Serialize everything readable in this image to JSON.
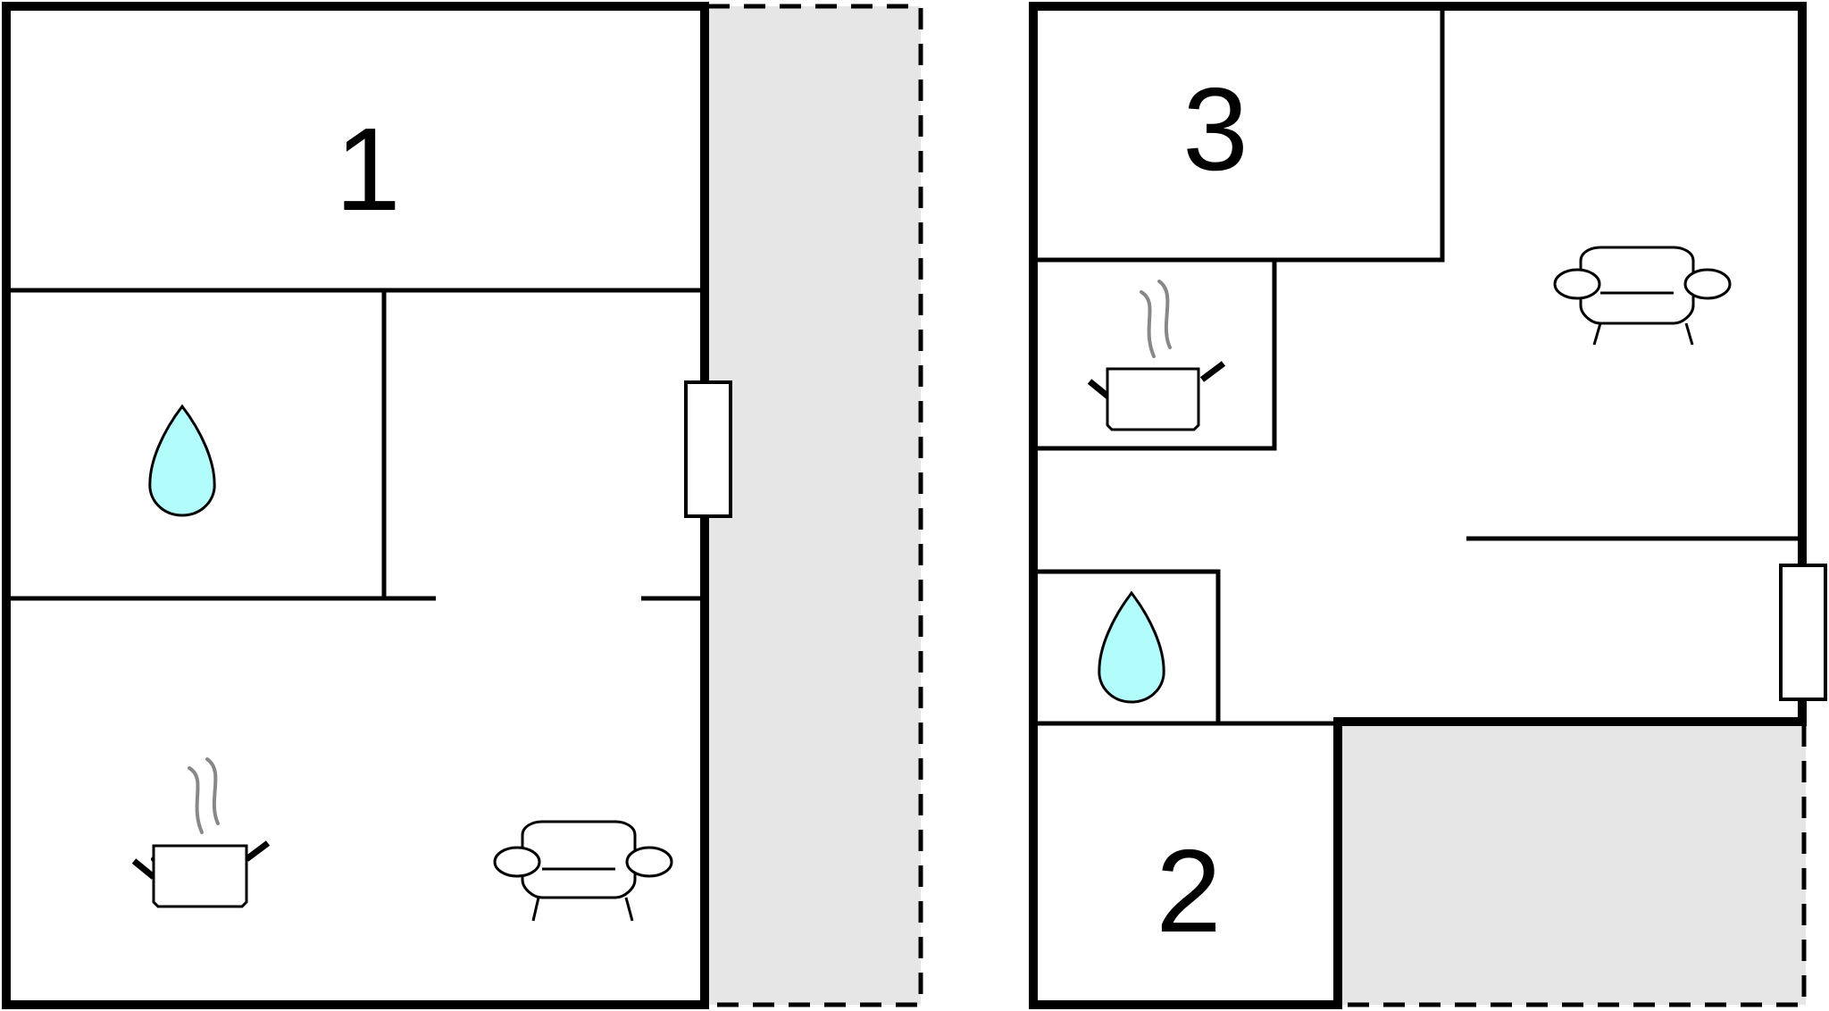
{
  "plan": {
    "room_labels": [
      "1",
      "3",
      "2"
    ],
    "colors": {
      "wall": "#000000",
      "terrace_fill": "#e6e6e6",
      "water_drop": "#b3fcfc",
      "steam": "#888888",
      "background": "#ffffff"
    },
    "icons": [
      "water-drop-icon",
      "cooking-pot-icon",
      "sofa-icon",
      "window-icon"
    ]
  }
}
